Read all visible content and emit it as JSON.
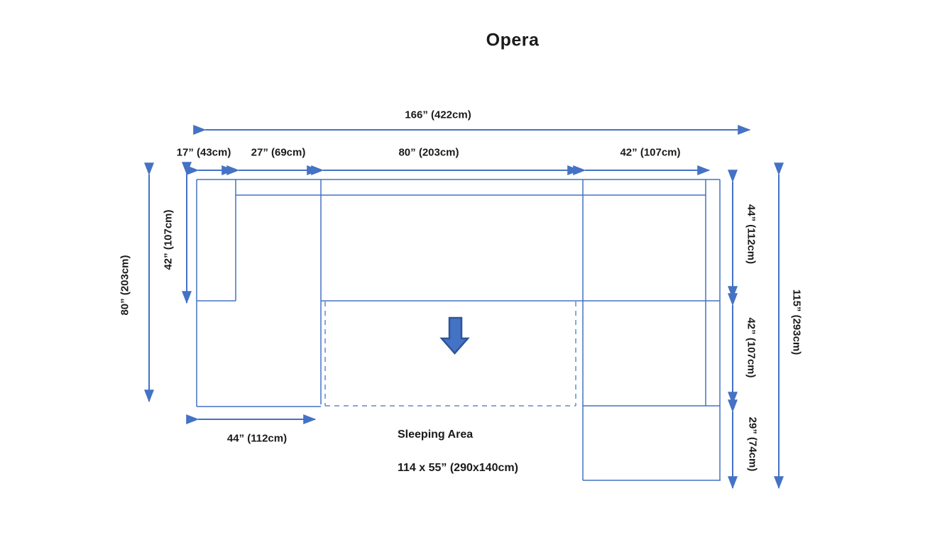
{
  "title": "Opera",
  "colors": {
    "line": "#4472C4",
    "dashed_line": "#5B8BD5",
    "icon_fill": "#4472C4",
    "icon_stroke": "#2F5597",
    "text": "#1A1A1A"
  },
  "dimensions": {
    "overall_width": "166” (422cm)",
    "left_arm_width": "17” (43cm)",
    "seat_section_27": "27” (69cm)",
    "seat_section_80": "80” (203cm)",
    "right_section_width": "42” (107cm)",
    "left_depth_total": "80” (203cm)",
    "left_depth_upper": "42” (107cm)",
    "chaise_width": "44” (112cm)",
    "right_depth_upper": "44” (112cm)",
    "right_depth_mid": "42” (107cm)",
    "right_depth_lower": "29” (74cm)",
    "overall_depth": "115” (293cm)"
  },
  "sleeping_area": {
    "label": "Sleeping Area",
    "size": "114 x 55” (290x140cm)"
  },
  "icons": {
    "pull_out_direction": "down-arrow-icon"
  }
}
